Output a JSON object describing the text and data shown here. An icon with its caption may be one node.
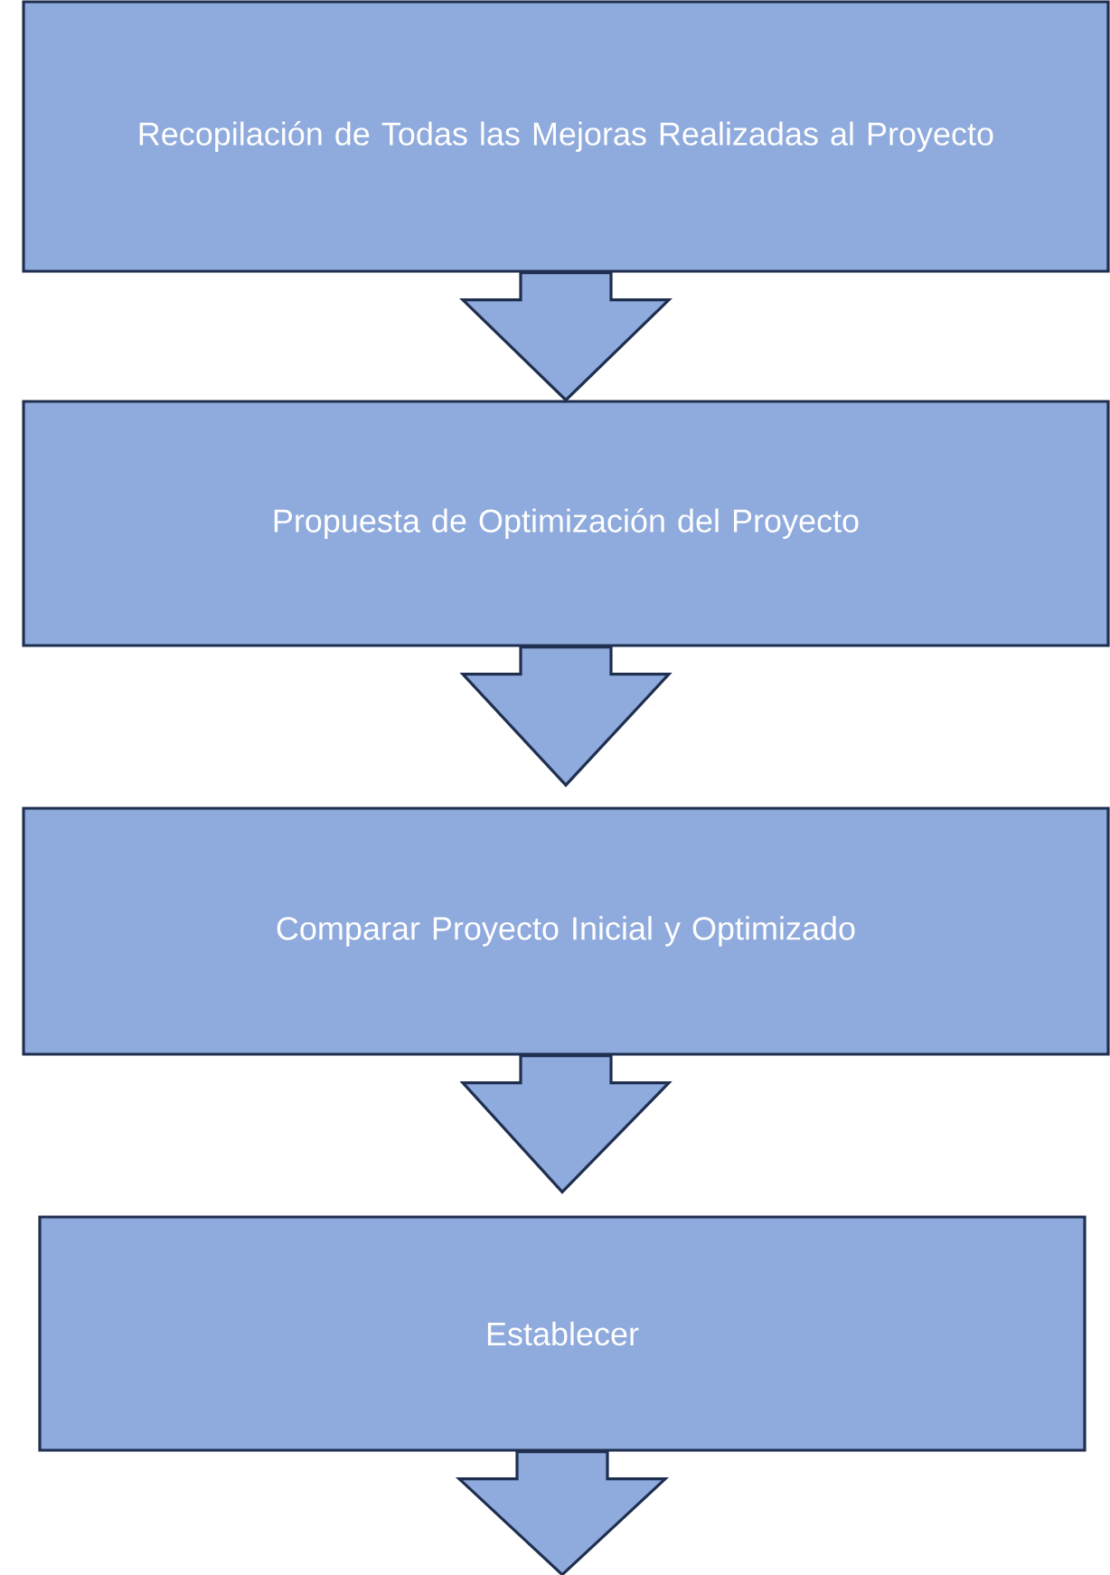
{
  "diagram": {
    "nodes": [
      {
        "text": [
          "Recopilación de Todas las Mejoras Realizadas al Proyecto"
        ]
      },
      {
        "text": [
          "Propuesta de Optimización del Proyecto"
        ]
      },
      {
        "text": [
          "Comparar Proyecto Inicial y Optimizado"
        ]
      },
      {
        "text": [
          "Establecer"
        ]
      }
    ],
    "edges": [
      {
        "from": 0,
        "to": 1,
        "arrow": "to"
      },
      {
        "from": 1,
        "to": 2,
        "arrow": "to"
      },
      {
        "from": 2,
        "to": 3,
        "arrow": "to"
      },
      {
        "from": 3,
        "to": null,
        "arrow": "to"
      }
    ]
  }
}
